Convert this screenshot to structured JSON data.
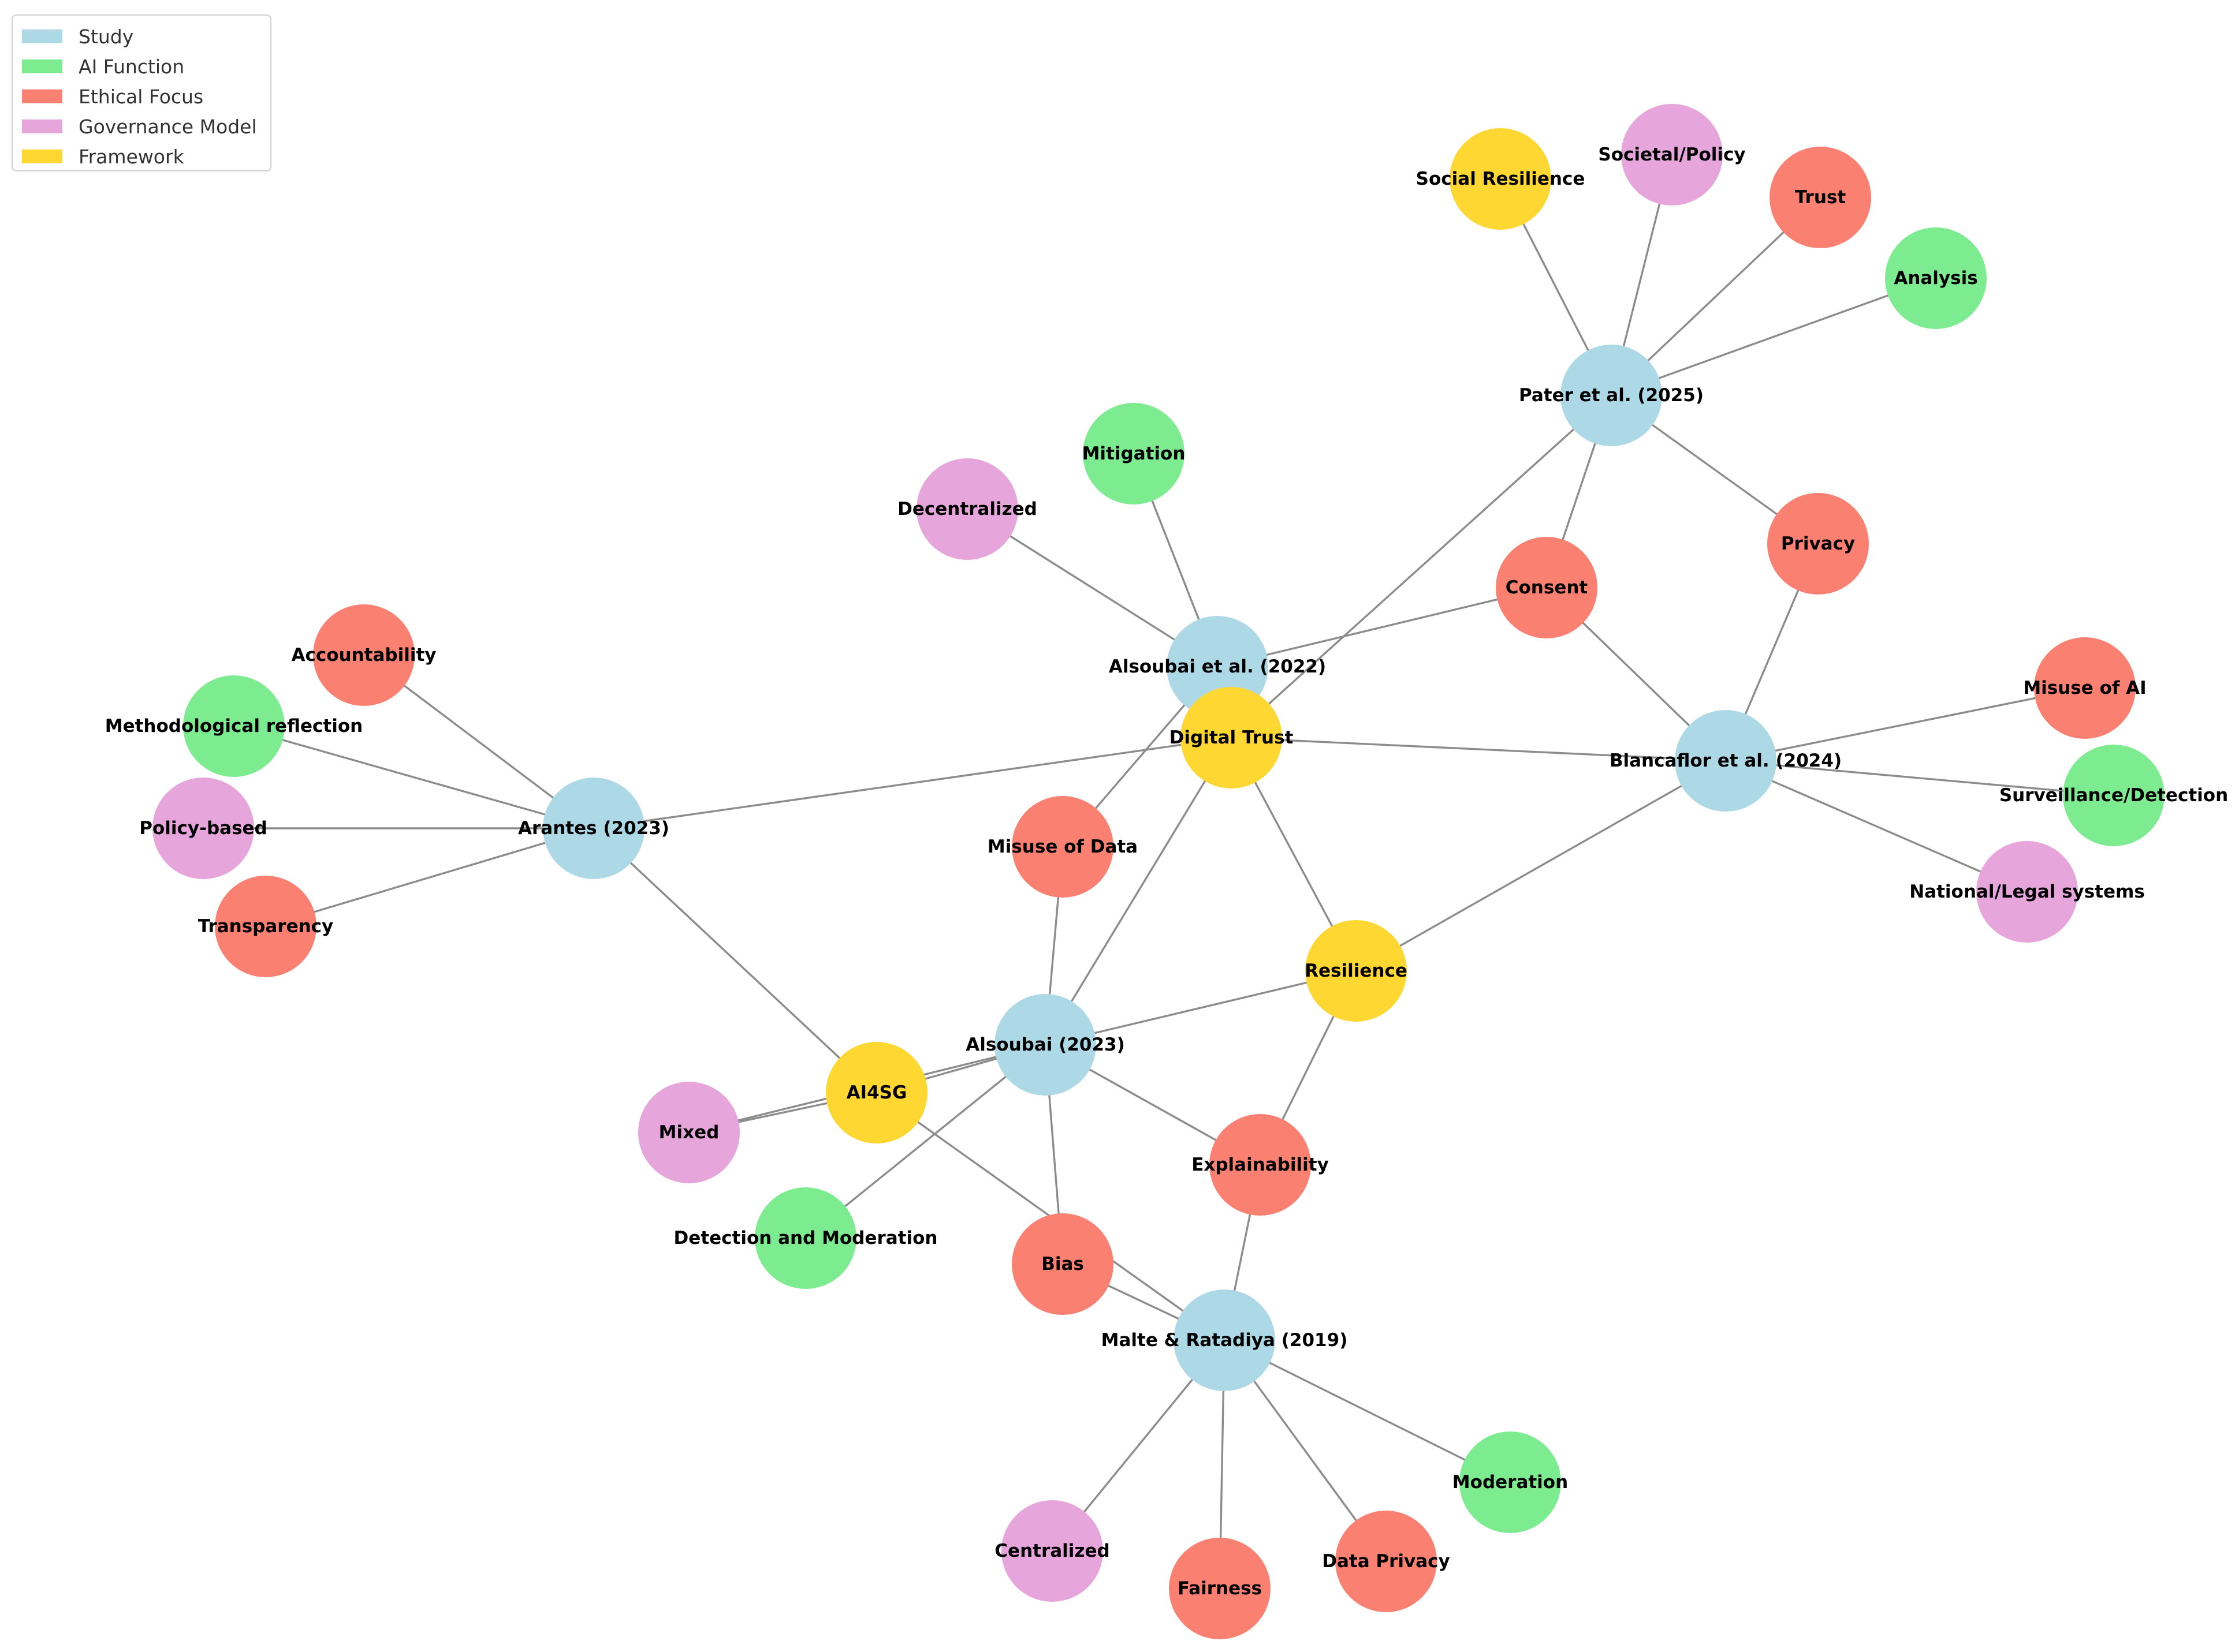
{
  "legend": {
    "items": [
      {
        "key": "study",
        "label": "Study",
        "color": "#add8e6"
      },
      {
        "key": "ai_function",
        "label": "AI Function",
        "color": "#7deb8f"
      },
      {
        "key": "ethical_focus",
        "label": "Ethical Focus",
        "color": "#fa8072"
      },
      {
        "key": "governance_model",
        "label": "Governance Model",
        "color": "#e6a6dc"
      },
      {
        "key": "framework",
        "label": "Framework",
        "color": "#ffd733"
      }
    ]
  },
  "nodes": [
    {
      "id": "pater",
      "label": "Pater et al. (2025)",
      "type": "study"
    },
    {
      "id": "alsoubai2022",
      "label": "Alsoubai et al. (2022)",
      "type": "study"
    },
    {
      "id": "blancaflor",
      "label": "Blancaflor et al. (2024)",
      "type": "study"
    },
    {
      "id": "arantes",
      "label": "Arantes (2023)",
      "type": "study"
    },
    {
      "id": "alsoubai2023",
      "label": "Alsoubai (2023)",
      "type": "study"
    },
    {
      "id": "malte",
      "label": "Malte & Ratadiya (2019)",
      "type": "study"
    },
    {
      "id": "social_resilience",
      "label": "Social Resilience",
      "type": "framework"
    },
    {
      "id": "societal_policy",
      "label": "Societal/Policy",
      "type": "governance_model"
    },
    {
      "id": "trust",
      "label": "Trust",
      "type": "ethical_focus"
    },
    {
      "id": "analysis",
      "label": "Analysis",
      "type": "ai_function"
    },
    {
      "id": "mitigation",
      "label": "Mitigation",
      "type": "ai_function"
    },
    {
      "id": "decentralized",
      "label": "Decentralized",
      "type": "governance_model"
    },
    {
      "id": "privacy",
      "label": "Privacy",
      "type": "ethical_focus"
    },
    {
      "id": "consent",
      "label": "Consent",
      "type": "ethical_focus"
    },
    {
      "id": "accountability",
      "label": "Accountability",
      "type": "ethical_focus"
    },
    {
      "id": "methodological",
      "label": "Methodological reflection",
      "type": "ai_function"
    },
    {
      "id": "digital_trust",
      "label": "Digital Trust",
      "type": "framework"
    },
    {
      "id": "misuse_ai",
      "label": "Misuse of AI",
      "type": "ethical_focus"
    },
    {
      "id": "surveillance",
      "label": "Surveillance/Detection",
      "type": "ai_function"
    },
    {
      "id": "policy_based",
      "label": "Policy-based",
      "type": "governance_model"
    },
    {
      "id": "misuse_data",
      "label": "Misuse of Data",
      "type": "ethical_focus"
    },
    {
      "id": "national_legal",
      "label": "National/Legal systems",
      "type": "governance_model"
    },
    {
      "id": "transparency",
      "label": "Transparency",
      "type": "ethical_focus"
    },
    {
      "id": "resilience",
      "label": "Resilience",
      "type": "framework"
    },
    {
      "id": "ai4sg",
      "label": "AI4SG",
      "type": "framework"
    },
    {
      "id": "mixed",
      "label": "Mixed",
      "type": "governance_model"
    },
    {
      "id": "explainability",
      "label": "Explainability",
      "type": "ethical_focus"
    },
    {
      "id": "detection_moderation",
      "label": "Detection and Moderation",
      "type": "ai_function"
    },
    {
      "id": "bias",
      "label": "Bias",
      "type": "ethical_focus"
    },
    {
      "id": "moderation",
      "label": "Moderation",
      "type": "ai_function"
    },
    {
      "id": "centralized",
      "label": "Centralized",
      "type": "governance_model"
    },
    {
      "id": "data_privacy",
      "label": "Data Privacy",
      "type": "ethical_focus"
    },
    {
      "id": "fairness",
      "label": "Fairness",
      "type": "ethical_focus"
    }
  ],
  "edges": [
    [
      "pater",
      "social_resilience"
    ],
    [
      "pater",
      "societal_policy"
    ],
    [
      "pater",
      "trust"
    ],
    [
      "pater",
      "analysis"
    ],
    [
      "pater",
      "privacy"
    ],
    [
      "pater",
      "consent"
    ],
    [
      "pater",
      "digital_trust"
    ],
    [
      "alsoubai2022",
      "mitigation"
    ],
    [
      "alsoubai2022",
      "decentralized"
    ],
    [
      "alsoubai2022",
      "consent"
    ],
    [
      "alsoubai2022",
      "digital_trust"
    ],
    [
      "alsoubai2022",
      "misuse_data"
    ],
    [
      "blancaflor",
      "privacy"
    ],
    [
      "blancaflor",
      "consent"
    ],
    [
      "blancaflor",
      "misuse_ai"
    ],
    [
      "blancaflor",
      "surveillance"
    ],
    [
      "blancaflor",
      "national_legal"
    ],
    [
      "blancaflor",
      "digital_trust"
    ],
    [
      "blancaflor",
      "resilience"
    ],
    [
      "arantes",
      "accountability"
    ],
    [
      "arantes",
      "methodological"
    ],
    [
      "arantes",
      "policy_based"
    ],
    [
      "arantes",
      "transparency"
    ],
    [
      "arantes",
      "digital_trust"
    ],
    [
      "arantes",
      "ai4sg"
    ],
    [
      "alsoubai2023",
      "misuse_data"
    ],
    [
      "alsoubai2023",
      "digital_trust"
    ],
    [
      "alsoubai2023",
      "resilience"
    ],
    [
      "alsoubai2023",
      "ai4sg"
    ],
    [
      "alsoubai2023",
      "mixed"
    ],
    [
      "alsoubai2023",
      "explainability"
    ],
    [
      "alsoubai2023",
      "detection_moderation"
    ],
    [
      "alsoubai2023",
      "bias"
    ],
    [
      "digital_trust",
      "resilience"
    ],
    [
      "malte",
      "explainability"
    ],
    [
      "malte",
      "bias"
    ],
    [
      "malte",
      "ai4sg"
    ],
    [
      "malte",
      "moderation"
    ],
    [
      "malte",
      "centralized"
    ],
    [
      "malte",
      "data_privacy"
    ],
    [
      "malte",
      "fairness"
    ],
    [
      "resilience",
      "explainability"
    ],
    [
      "ai4sg",
      "mixed"
    ]
  ]
}
